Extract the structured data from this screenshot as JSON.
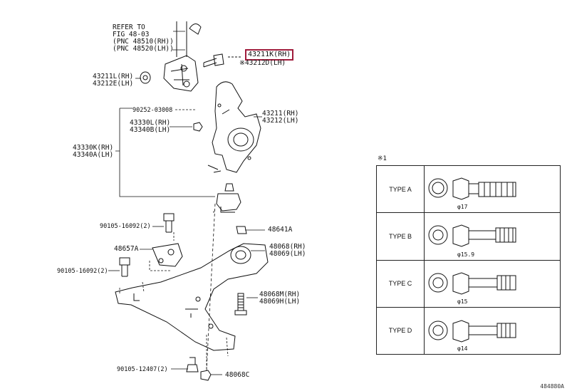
{
  "refer": {
    "line1": "REFER TO",
    "line2": "FIG 48-03",
    "line3": "(PNC 48510(RH))",
    "line4": "(PNC 48520(LH))"
  },
  "labels": {
    "p43211K": "43211K(RH)",
    "p43212D": "※43212D(LH)",
    "p43211L": "43211L(RH)",
    "p43212E": "43212E(LH)",
    "p90252": "90252-03008",
    "p43211": "43211(RH)",
    "p43212": "43212(LH)",
    "p43330L": "43330L(RH)",
    "p43340B": "43340B(LH)",
    "p43330K": "43330K(RH)",
    "p43340A": "43340A(LH)",
    "p90105a": "90105-16092(2)",
    "p48641A": "48641A",
    "p48657A": "48657A",
    "p48068R": "48068(RH)",
    "p48069L": "48069(LH)",
    "p90105b": "90105-16092(2)",
    "p48068M": "48068M(RH)",
    "p48069H": "48069H(LH)",
    "p90105c": "90105-12407(2)",
    "p48068C": "48068C"
  },
  "table": {
    "star": "※1",
    "rows": [
      {
        "type": "TYPE A",
        "dia": "φ17"
      },
      {
        "type": "TYPE B",
        "dia": "φ15.9"
      },
      {
        "type": "TYPE C",
        "dia": "φ15"
      },
      {
        "type": "TYPE D",
        "dia": "φ14"
      }
    ]
  },
  "drawing_code": "484880A"
}
